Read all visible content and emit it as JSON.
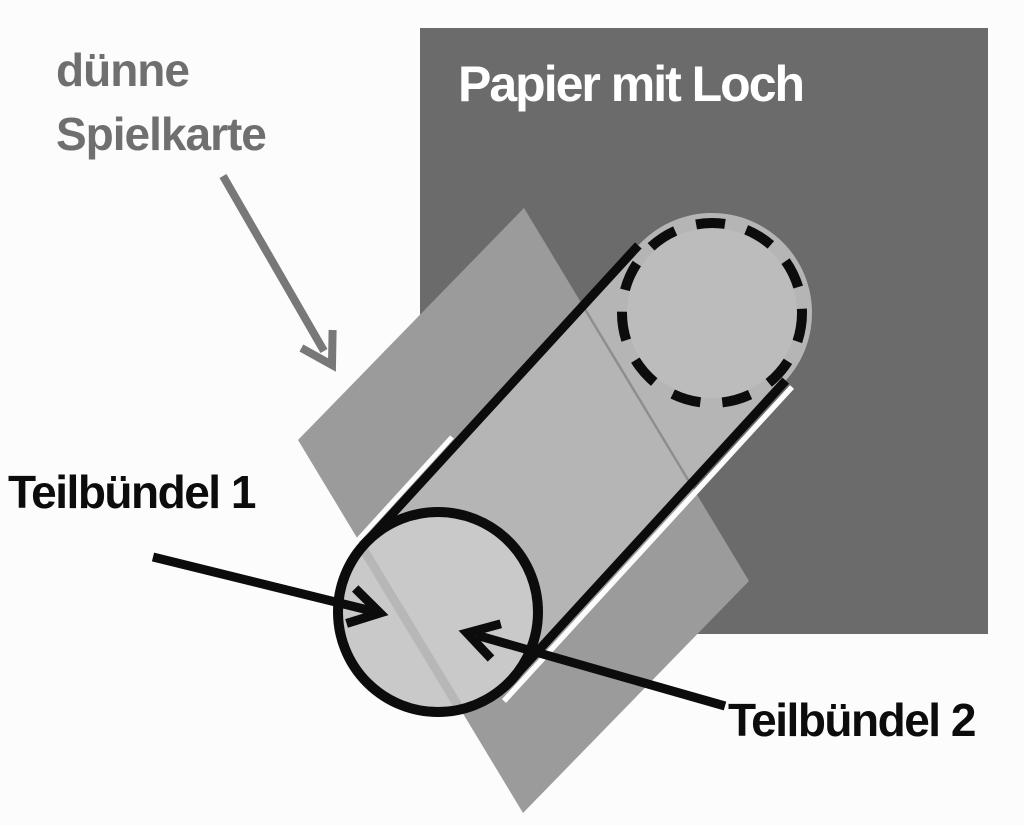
{
  "labels": {
    "card_line1": "dünne",
    "card_line2": "Spielkarte",
    "paper": "Papier mit Loch",
    "bundle1": "Teilbündel 1",
    "bundle2": "Teilbündel 2"
  },
  "colors": {
    "background": "#fcfcfc",
    "paper_square": "#6b6b6b",
    "playing_card": "#9b9b9b",
    "beam": "#b5b5b5",
    "beam_end_face": "#c9c9c9",
    "hole_face": "#bcbcbc",
    "beam_seam": "#8e8e8e",
    "card_edge_band": "#b7b7b7",
    "outline": "#0c0c0c",
    "gray_annotation": "#787878",
    "card_label_text": "#6f6f6f",
    "paper_label_text": "#ffffff",
    "bundle_label_text": "#0c0c0c"
  }
}
